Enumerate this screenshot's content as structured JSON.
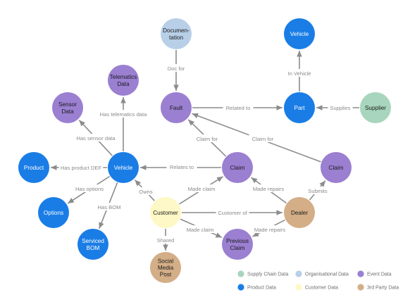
{
  "colors": {
    "event": "#9b7fd1",
    "product": "#1a7de6",
    "supply_chain": "#a8d5bd",
    "organisational": "#b8cfe8",
    "customer": "#fef8c6",
    "third_party": "#d3ae87",
    "edge": "#8c8c8c",
    "edge_label": "#8a8a8a"
  },
  "nodes": [
    {
      "id": "documentation",
      "lines": [
        "Documen-",
        "tation"
      ],
      "type": "organisational"
    },
    {
      "id": "vehicle-top",
      "lines": [
        "Vehicle"
      ],
      "type": "product"
    },
    {
      "id": "telematics-data",
      "lines": [
        "Telematics",
        "Data"
      ],
      "type": "event"
    },
    {
      "id": "sensor-data",
      "lines": [
        "Sensor",
        "Data"
      ],
      "type": "event"
    },
    {
      "id": "fault",
      "lines": [
        "Fault"
      ],
      "type": "event"
    },
    {
      "id": "part",
      "lines": [
        "Part"
      ],
      "type": "product"
    },
    {
      "id": "supplier",
      "lines": [
        "Supplier"
      ],
      "type": "supply_chain"
    },
    {
      "id": "product",
      "lines": [
        "Product"
      ],
      "type": "product"
    },
    {
      "id": "vehicle",
      "lines": [
        "Vehicle"
      ],
      "type": "product"
    },
    {
      "id": "claim-center",
      "lines": [
        "Claim"
      ],
      "type": "event"
    },
    {
      "id": "claim-right",
      "lines": [
        "Claim"
      ],
      "type": "event"
    },
    {
      "id": "options",
      "lines": [
        "Options"
      ],
      "type": "product"
    },
    {
      "id": "customer",
      "lines": [
        "Customer"
      ],
      "type": "customer"
    },
    {
      "id": "dealer",
      "lines": [
        "Dealer"
      ],
      "type": "third_party"
    },
    {
      "id": "serviced-bom",
      "lines": [
        "Serviced",
        "BOM"
      ],
      "type": "product"
    },
    {
      "id": "previous-claim",
      "lines": [
        "Previous",
        "Claim"
      ],
      "type": "event"
    },
    {
      "id": "social-media-post",
      "lines": [
        "Social",
        "Media",
        "Post"
      ],
      "type": "third_party"
    }
  ],
  "edges": [
    {
      "from": "documentation",
      "to": "fault",
      "label": "Doc for"
    },
    {
      "from": "part",
      "to": "vehicle-top",
      "label": "In Vehicle"
    },
    {
      "from": "fault",
      "to": "part",
      "label": "Related to"
    },
    {
      "from": "supplier",
      "to": "part",
      "label": "Supplies"
    },
    {
      "from": "vehicle",
      "to": "telematics-data",
      "label": "Has telematics data"
    },
    {
      "from": "vehicle",
      "to": "sensor-data",
      "label": "Has sensor data"
    },
    {
      "from": "vehicle",
      "to": "product",
      "label": "Has product DEF"
    },
    {
      "from": "claim-center",
      "to": "fault",
      "label": "Claim for"
    },
    {
      "from": "claim-right",
      "to": "fault",
      "label": "Claim for"
    },
    {
      "from": "claim-center",
      "to": "vehicle",
      "label": "Relates to"
    },
    {
      "from": "vehicle",
      "to": "options",
      "label": "Has options"
    },
    {
      "from": "vehicle",
      "to": "serviced-bom",
      "label": "Has BOM"
    },
    {
      "from": "customer",
      "to": "vehicle",
      "label": "Owns"
    },
    {
      "from": "customer",
      "to": "claim-center",
      "label": "Made claim"
    },
    {
      "from": "dealer",
      "to": "claim-center",
      "label": "Made repairs"
    },
    {
      "from": "dealer",
      "to": "claim-right",
      "label": "Submits"
    },
    {
      "from": "customer",
      "to": "dealer",
      "label": "Customer of"
    },
    {
      "from": "customer",
      "to": "previous-claim",
      "label": "Made claim"
    },
    {
      "from": "dealer",
      "to": "previous-claim",
      "label": "Made repairs"
    },
    {
      "from": "customer",
      "to": "social-media-post",
      "label": "Shared"
    }
  ],
  "legend": [
    {
      "label": "Supply Chain Data",
      "type": "supply_chain"
    },
    {
      "label": "Organisational Data",
      "type": "organisational"
    },
    {
      "label": "Event Data",
      "type": "event"
    },
    {
      "label": "Product Data",
      "type": "product"
    },
    {
      "label": "Customer Data",
      "type": "customer"
    },
    {
      "label": "3rd Party Data",
      "type": "third_party"
    }
  ]
}
